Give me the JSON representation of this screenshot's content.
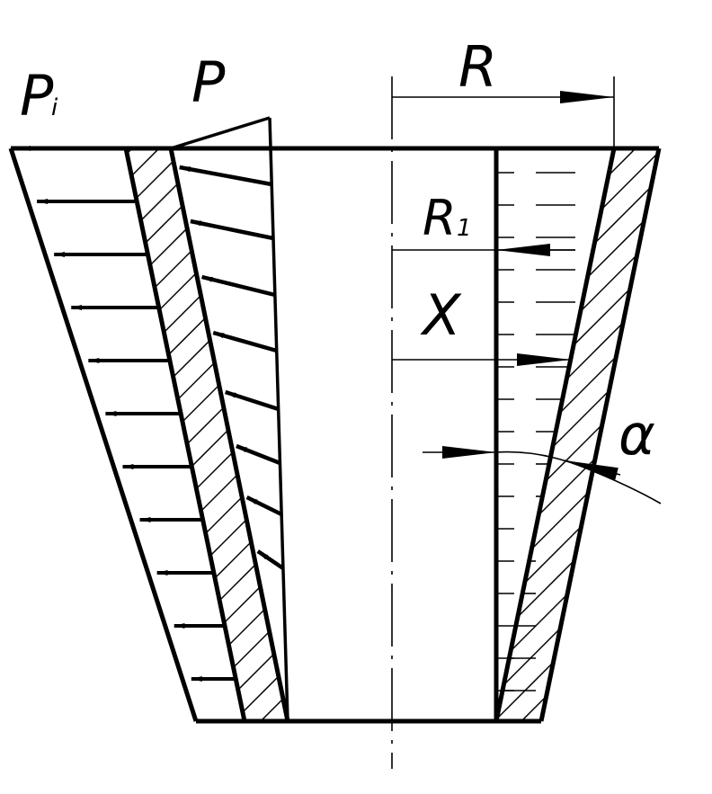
{
  "labels": {
    "p_i": "P",
    "p_i_sub": "i",
    "p": "P",
    "r": "R",
    "r1": "R",
    "r1_sub": "1",
    "x": "X",
    "alpha": "α"
  },
  "colors": {
    "line": "#000000",
    "background": "#ffffff"
  }
}
